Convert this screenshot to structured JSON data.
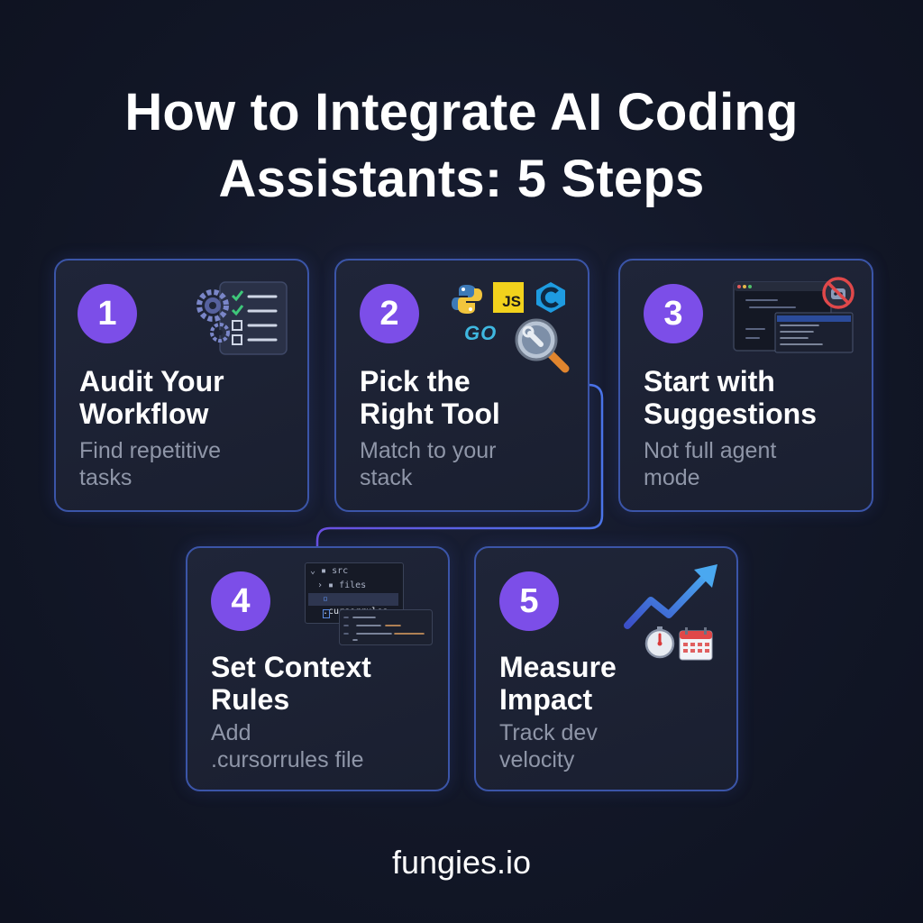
{
  "title": {
    "line1": "How to Integrate AI Coding",
    "line2": "Assistants: 5 Steps"
  },
  "steps": [
    {
      "number": "1",
      "title_line1": "Audit Your",
      "title_line2": "Workflow",
      "desc_line1": "Find repetitive",
      "desc_line2": "tasks",
      "icon": "gears-checklist-icon"
    },
    {
      "number": "2",
      "title_line1": "Pick the",
      "title_line2": "Right Tool",
      "desc_line1": "Match to your",
      "desc_line2": "stack",
      "icon": "language-logos-magnifier-icon",
      "logos": {
        "js": "JS",
        "go": "GO"
      }
    },
    {
      "number": "3",
      "title_line1": "Start with",
      "title_line2": "Suggestions",
      "desc_line1": "Not full agent",
      "desc_line2": "mode",
      "icon": "code-editor-no-robot-icon"
    },
    {
      "number": "4",
      "title_line1": "Set Context",
      "title_line2": "Rules",
      "desc_line1": "Add",
      "desc_line2": ".cursorrules file",
      "icon": "file-tree-icon",
      "tree": {
        "root": "src",
        "folder": "files",
        "file": ".cursorrules"
      }
    },
    {
      "number": "5",
      "title_line1": "Measure",
      "title_line2": "Impact",
      "desc_line1": "Track dev",
      "desc_line2": "velocity",
      "icon": "trend-stopwatch-calendar-icon"
    }
  ],
  "footer": "fungies.io",
  "colors": {
    "background": "#121727",
    "card": "#1f2538",
    "card_border": "#3b55a8",
    "badge": "#7c4ee8",
    "desc_text": "#8f96a8",
    "connector": "#5a5ee0"
  }
}
